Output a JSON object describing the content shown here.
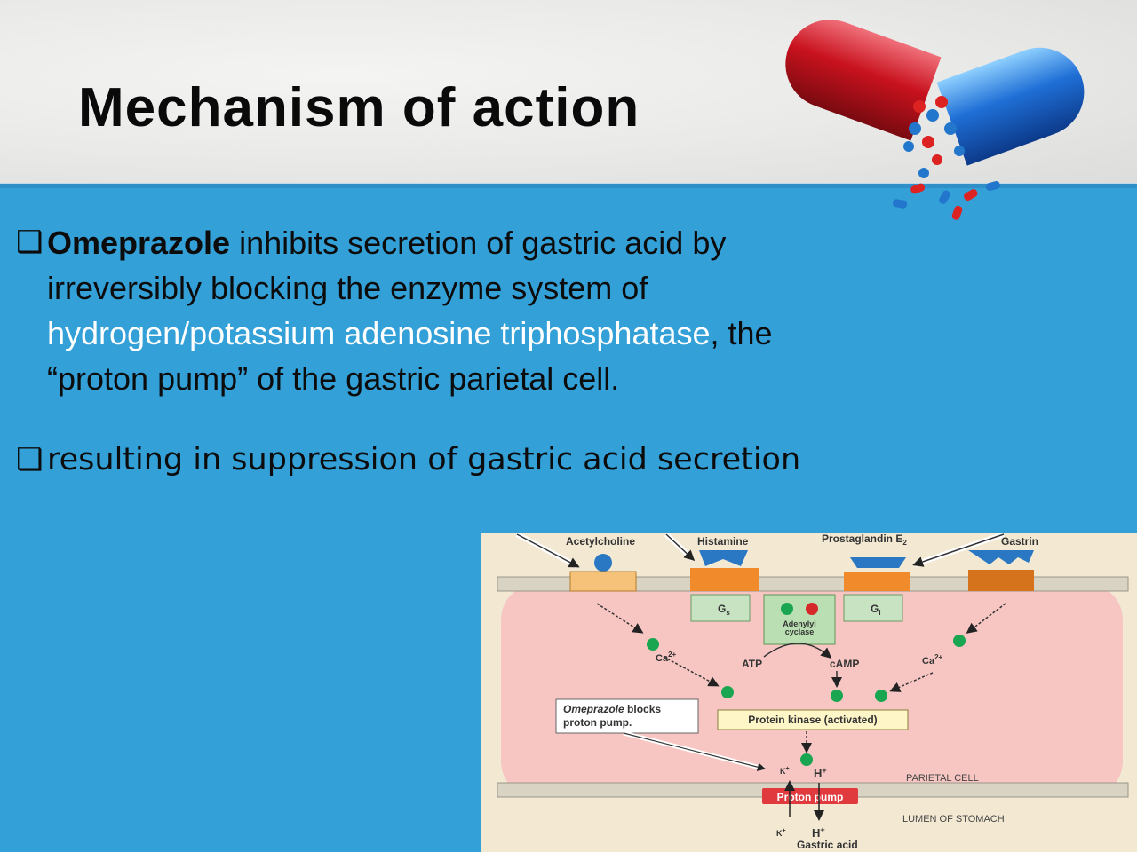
{
  "slide": {
    "title": "Mechanism of action",
    "bullet1": {
      "bold": "Omeprazole",
      "text_a": " inhibits secretion of gastric acid by irreversibly blocking the enzyme system of ",
      "text_b": "hydrogen/potassium adenosine triphosphatase",
      "text_c": ", the “proton pump” of the gastric parietal cell."
    },
    "bullet2": {
      "text": "resulting in suppression of  gastric acid secretion"
    },
    "bullet_marker": "❑"
  },
  "diagram": {
    "receptors": [
      "Acetylcholine",
      "Histamine",
      "Prostaglandin E",
      "Gastrin"
    ],
    "pge_sub": "2",
    "gs": "G",
    "gs_sub": "s",
    "gi": "G",
    "gi_sub": "i",
    "adenylyl": "Adenylyl",
    "cyclase": "cyclase",
    "ca_left": "Ca",
    "ca_right": "Ca",
    "ca_sup": "2+",
    "atp": "ATP",
    "camp": "cAMP",
    "callout_em": "Omeprazole",
    "callout_a": " blocks",
    "callout_b": "proton pump.",
    "kinase": "Protein kinase (activated)",
    "k": "K",
    "h": "H",
    "plus": "+",
    "parietal": "PARIETAL CELL",
    "pump": "Proton pump",
    "lumen": "LUMEN OF STOMACH",
    "gastric_acid": "Gastric acid"
  },
  "colors": {
    "accent_blue": "#33a0d8",
    "highlight_text": "#ffffff",
    "cell_pink": "#f7c6c2",
    "pump_red": "#e03a3e",
    "activator_green": "#1aa551"
  }
}
